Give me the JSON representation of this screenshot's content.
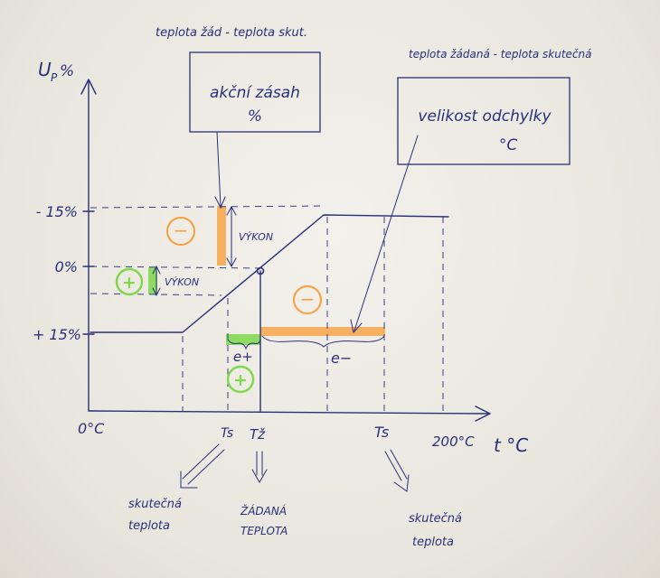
{
  "axes": {
    "y_label": "U",
    "y_label_sub": "P",
    "y_label_unit": "%",
    "x_label": "t °C",
    "origin": "0°C",
    "x_end": "200°C"
  },
  "y_ticks": {
    "top": "- 15%",
    "mid": "0%",
    "bottom": "+ 15%"
  },
  "x_ticks": {
    "ts_left": "Ts",
    "tz": "Tž",
    "ts_right": "Ts"
  },
  "top_note_left": "teplota žád - teplota skut.",
  "top_note_right": "teplota žádaná - teplota skutečná",
  "box_left": {
    "line1": "akční zásah",
    "line2": "%"
  },
  "box_right": {
    "line1": "velikost odchylky",
    "line2": "°C"
  },
  "labels": {
    "vykon_top": "VÝKON",
    "vykon_bottom": "VÝKON",
    "e_plus": "e+",
    "e_minus": "e−",
    "sign_minus": "−",
    "sign_plus": "+"
  },
  "bottom_labels": {
    "left_line1": "skutečná",
    "left_line2": "teplota",
    "mid_line1": "ŽÁDANÁ",
    "mid_line2": "TEPLOTA",
    "right_line1": "skutečná",
    "right_line2": "teplota"
  },
  "colors": {
    "ink": "#2a2f7a",
    "orange": "#f6a44a",
    "green": "#7dd84a",
    "paper": "#efece5"
  }
}
